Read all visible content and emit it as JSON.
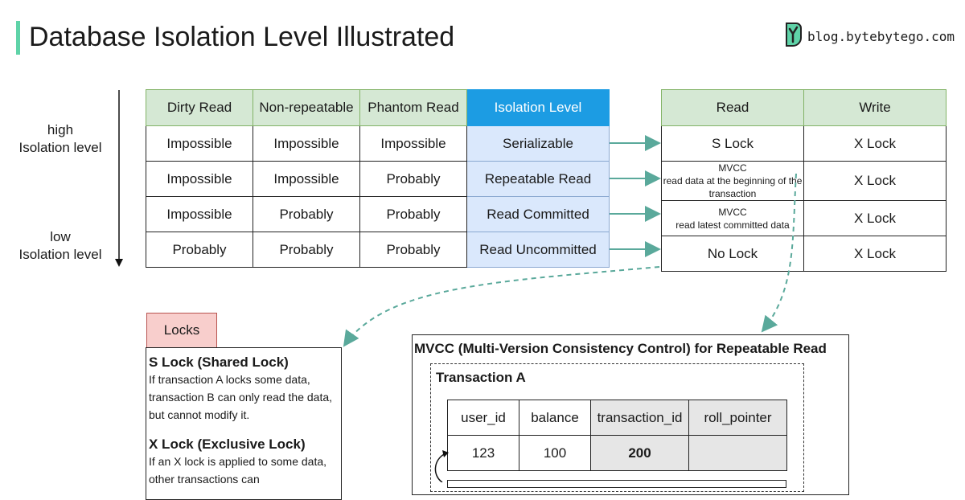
{
  "header": {
    "title": "Database Isolation Level Illustrated",
    "brand": "blog.bytebytego.com"
  },
  "axis": {
    "high_label": "high\nIsolation level",
    "low_label": "low\nIsolation level"
  },
  "isolation_table": {
    "headers": [
      "Dirty Read",
      "Non-repeatable",
      "Phantom Read",
      "Isolation Level"
    ],
    "rows": [
      [
        "Impossible",
        "Impossible",
        "Impossible",
        "Serializable"
      ],
      [
        "Impossible",
        "Impossible",
        "Probably",
        "Repeatable Read"
      ],
      [
        "Impossible",
        "Probably",
        "Probably",
        "Read Committed"
      ],
      [
        "Probably",
        "Probably",
        "Probably",
        "Read Uncommitted"
      ]
    ]
  },
  "lock_table": {
    "headers": [
      "Read",
      "Write"
    ],
    "rows": [
      [
        "S Lock",
        "X Lock"
      ],
      [
        "MVCC\nread data at the beginning of the transaction",
        "X Lock"
      ],
      [
        "MVCC\nread latest committed data",
        "X Lock"
      ],
      [
        "No Lock",
        "X Lock"
      ]
    ]
  },
  "locks": {
    "tab_label": "Locks",
    "s_lock_title": "S Lock (Shared Lock)",
    "s_lock_text": "If transaction A locks some data, transaction B can only read the data, but cannot modify it.",
    "x_lock_title": "X Lock (Exclusive Lock)",
    "x_lock_text": "If an X lock is applied to some data, other transactions can"
  },
  "mvcc": {
    "title": "MVCC (Multi-Version Consistency Control) for Repeatable Read",
    "transaction_label": "Transaction A",
    "columns": [
      "user_id",
      "balance",
      "transaction_id",
      "roll_pointer"
    ],
    "row": [
      "123",
      "100",
      "200",
      ""
    ]
  },
  "colors": {
    "accent_green": "#5fd3a8",
    "header_green": "#d5e8d4",
    "header_blue": "#1c9ce3",
    "cell_light_blue": "#dae8fc",
    "locks_pink": "#f8cecc",
    "arrow_teal": "#5aa99b"
  }
}
